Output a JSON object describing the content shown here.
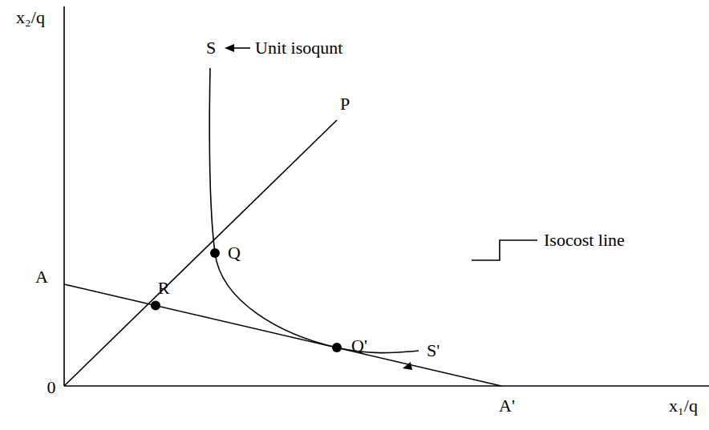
{
  "diagram": {
    "labels": [
      "x₂/q",
      "S",
      "Unit isoqunt",
      "P",
      "A",
      "Q",
      "R",
      "Q'",
      "S'",
      "Isocost line",
      "0",
      "A'",
      "x₁/q"
    ]
  }
}
